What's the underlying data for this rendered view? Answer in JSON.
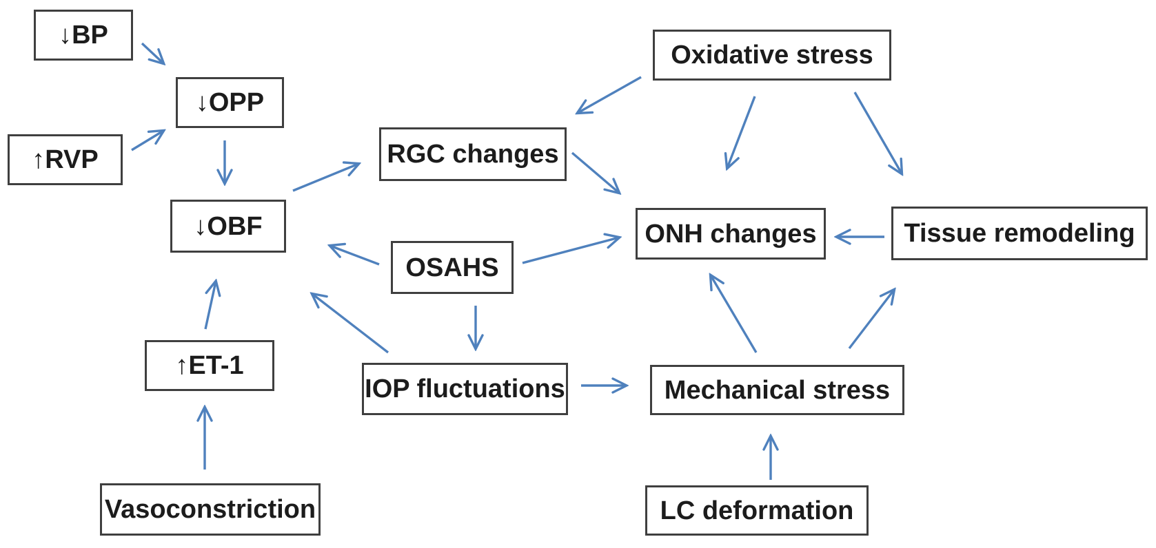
{
  "diagram": {
    "description": "Flowchart of pathogenic pathways linking OSAHS to glaucomatous optic nerve damage",
    "colors": {
      "arrow": "#4f81bd",
      "box_border": "#3f3f3f",
      "text": "#1c1c1c",
      "background": "#ffffff"
    },
    "nodes": [
      {
        "id": "bp",
        "label": "↓BP"
      },
      {
        "id": "opp",
        "label": "↓OPP"
      },
      {
        "id": "rvp",
        "label": "↑RVP"
      },
      {
        "id": "obf",
        "label": "↓OBF"
      },
      {
        "id": "rgc",
        "label": "RGC changes"
      },
      {
        "id": "oxidative",
        "label": "Oxidative stress"
      },
      {
        "id": "onh",
        "label": "ONH changes"
      },
      {
        "id": "tissue",
        "label": "Tissue remodeling"
      },
      {
        "id": "osahs",
        "label": "OSAHS"
      },
      {
        "id": "et1",
        "label": "↑ET-1"
      },
      {
        "id": "iop",
        "label": "IOP fluctuations"
      },
      {
        "id": "mech",
        "label": "Mechanical stress"
      },
      {
        "id": "vaso",
        "label": "Vasoconstriction"
      },
      {
        "id": "lc",
        "label": "LC deformation"
      }
    ],
    "edges": [
      {
        "from": "bp",
        "to": "opp"
      },
      {
        "from": "rvp",
        "to": "opp"
      },
      {
        "from": "opp",
        "to": "obf"
      },
      {
        "from": "obf",
        "to": "rgc"
      },
      {
        "from": "oxidative",
        "to": "rgc"
      },
      {
        "from": "oxidative",
        "to": "onh"
      },
      {
        "from": "oxidative",
        "to": "tissue"
      },
      {
        "from": "rgc",
        "to": "onh"
      },
      {
        "from": "tissue",
        "to": "onh"
      },
      {
        "from": "osahs",
        "to": "obf"
      },
      {
        "from": "osahs",
        "to": "onh"
      },
      {
        "from": "osahs",
        "to": "iop"
      },
      {
        "from": "iop",
        "to": "obf"
      },
      {
        "from": "iop",
        "to": "mech"
      },
      {
        "from": "mech",
        "to": "onh"
      },
      {
        "from": "mech",
        "to": "tissue"
      },
      {
        "from": "lc",
        "to": "mech"
      },
      {
        "from": "vaso",
        "to": "et1"
      },
      {
        "from": "et1",
        "to": "obf"
      }
    ]
  }
}
